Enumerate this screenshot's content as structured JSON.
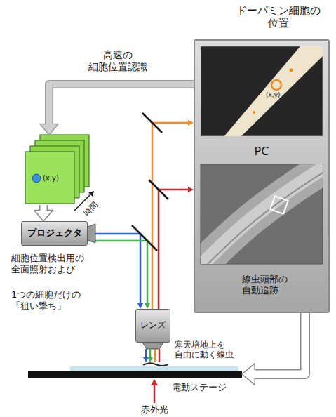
{
  "diagram": {
    "nodes": [
      {
        "text": [
          "ドーパミン細胞の 位置",
          "PC"
        ]
      },
      {
        "text": [
          "(x,y)"
        ],
        "in": 0
      },
      {
        "text": [
          "(x,y)"
        ]
      },
      {
        "text": [
          "プロジェクタ"
        ]
      },
      {
        "text": [
          "レンズ"
        ]
      },
      {
        "text": [
          "電動ステージ"
        ]
      }
    ],
    "edges": [
      {
        "from": 0,
        "to": 2,
        "arrow": "to",
        "label": "高速の 細胞位置認識"
      },
      {
        "from": 2,
        "to": 3,
        "arrow": "to"
      },
      {
        "from": 3,
        "to": 4,
        "arrow": "to"
      },
      {
        "from": 4,
        "to": 0,
        "arrow": "to"
      },
      {
        "from": 4,
        "to": 0,
        "arrow": "to"
      },
      {
        "from": 0,
        "to": 5,
        "arrow": "to",
        "label": "線虫頭部の 自動追跡"
      }
    ],
    "labels": [
      "時間",
      "細胞位置検出用の 全面照射および",
      "1つの細胞だけの 「狙い撃ち」",
      "寒天培地上を 自由に動く線虫",
      "赤外光"
    ]
  }
}
